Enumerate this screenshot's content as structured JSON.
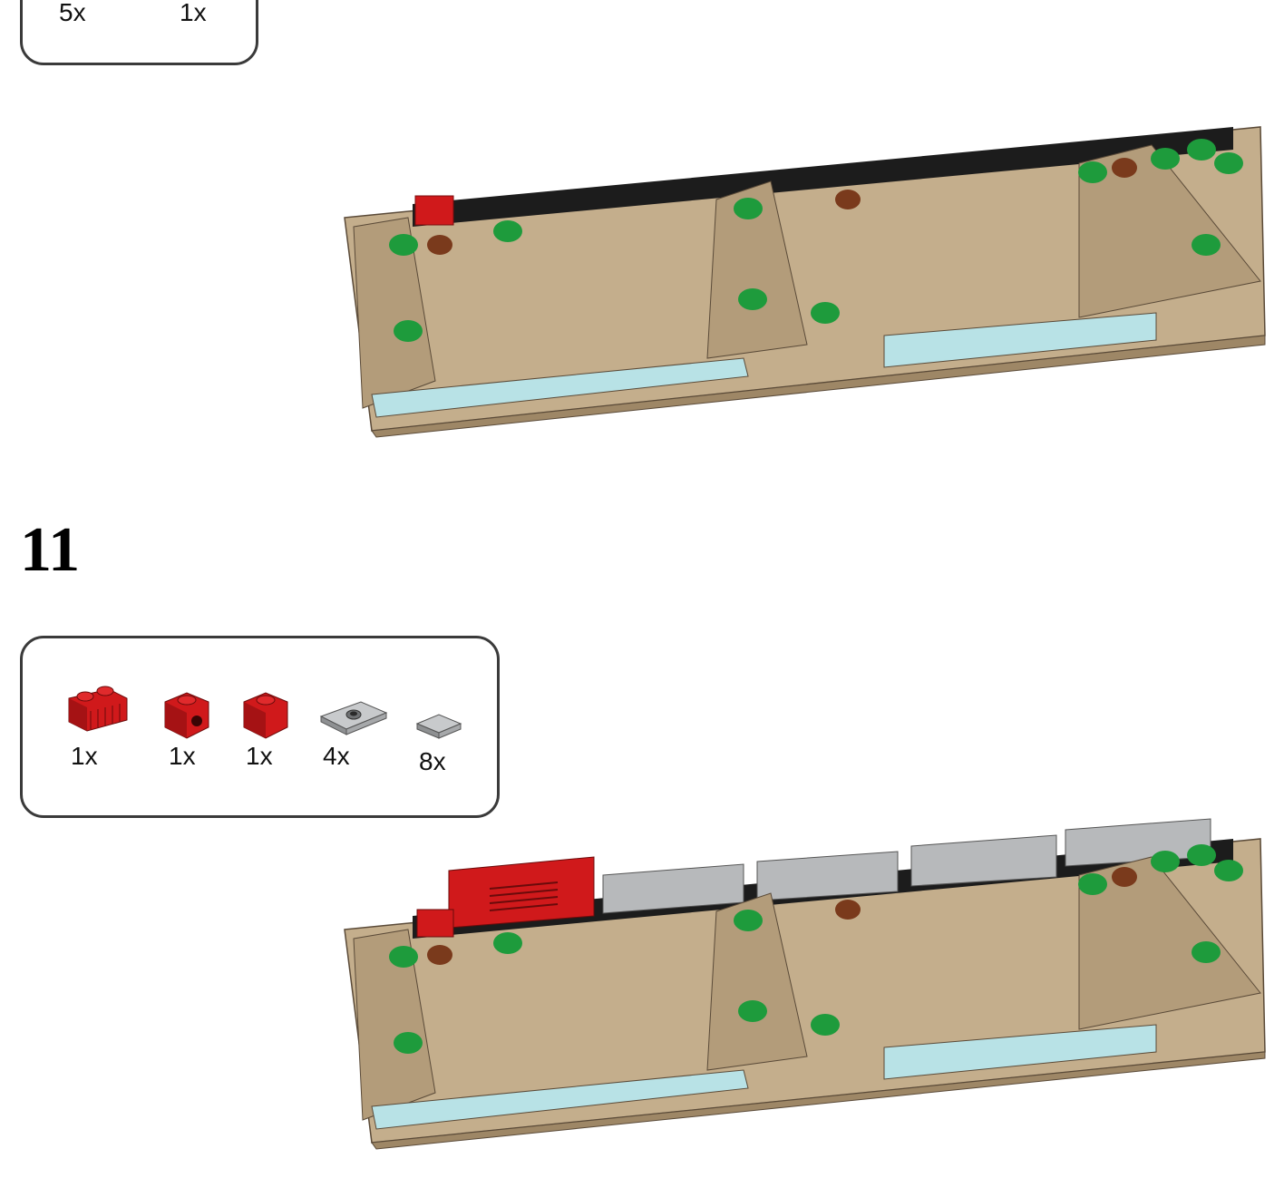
{
  "prev_step": {
    "parts": [
      {
        "qty": "5x"
      },
      {
        "qty": "1x"
      }
    ]
  },
  "step": {
    "number": "11",
    "parts": [
      {
        "qty": "1x",
        "icon": "red-1x2-grille-brick-icon",
        "color": "#d0191b"
      },
      {
        "qty": "1x",
        "icon": "red-1x1-brick-with-pin-hole-icon",
        "color": "#d0191b"
      },
      {
        "qty": "1x",
        "icon": "red-1x1-brick-icon",
        "color": "#d0191b"
      },
      {
        "qty": "4x",
        "icon": "gray-1x2-jumper-plate-icon",
        "color": "#b7b9bb"
      },
      {
        "qty": "8x",
        "icon": "gray-1x1-tile-icon",
        "color": "#b7b9bb"
      }
    ]
  },
  "colors": {
    "tan": "#c4ae8c",
    "dark_tan": "#a8916d",
    "trans_light_blue": "#b8e2e6",
    "green": "#1e9b3c",
    "brown": "#7a3a1c",
    "black": "#1c1c1c",
    "red": "#d0191b",
    "light_gray": "#b7b9bb"
  }
}
